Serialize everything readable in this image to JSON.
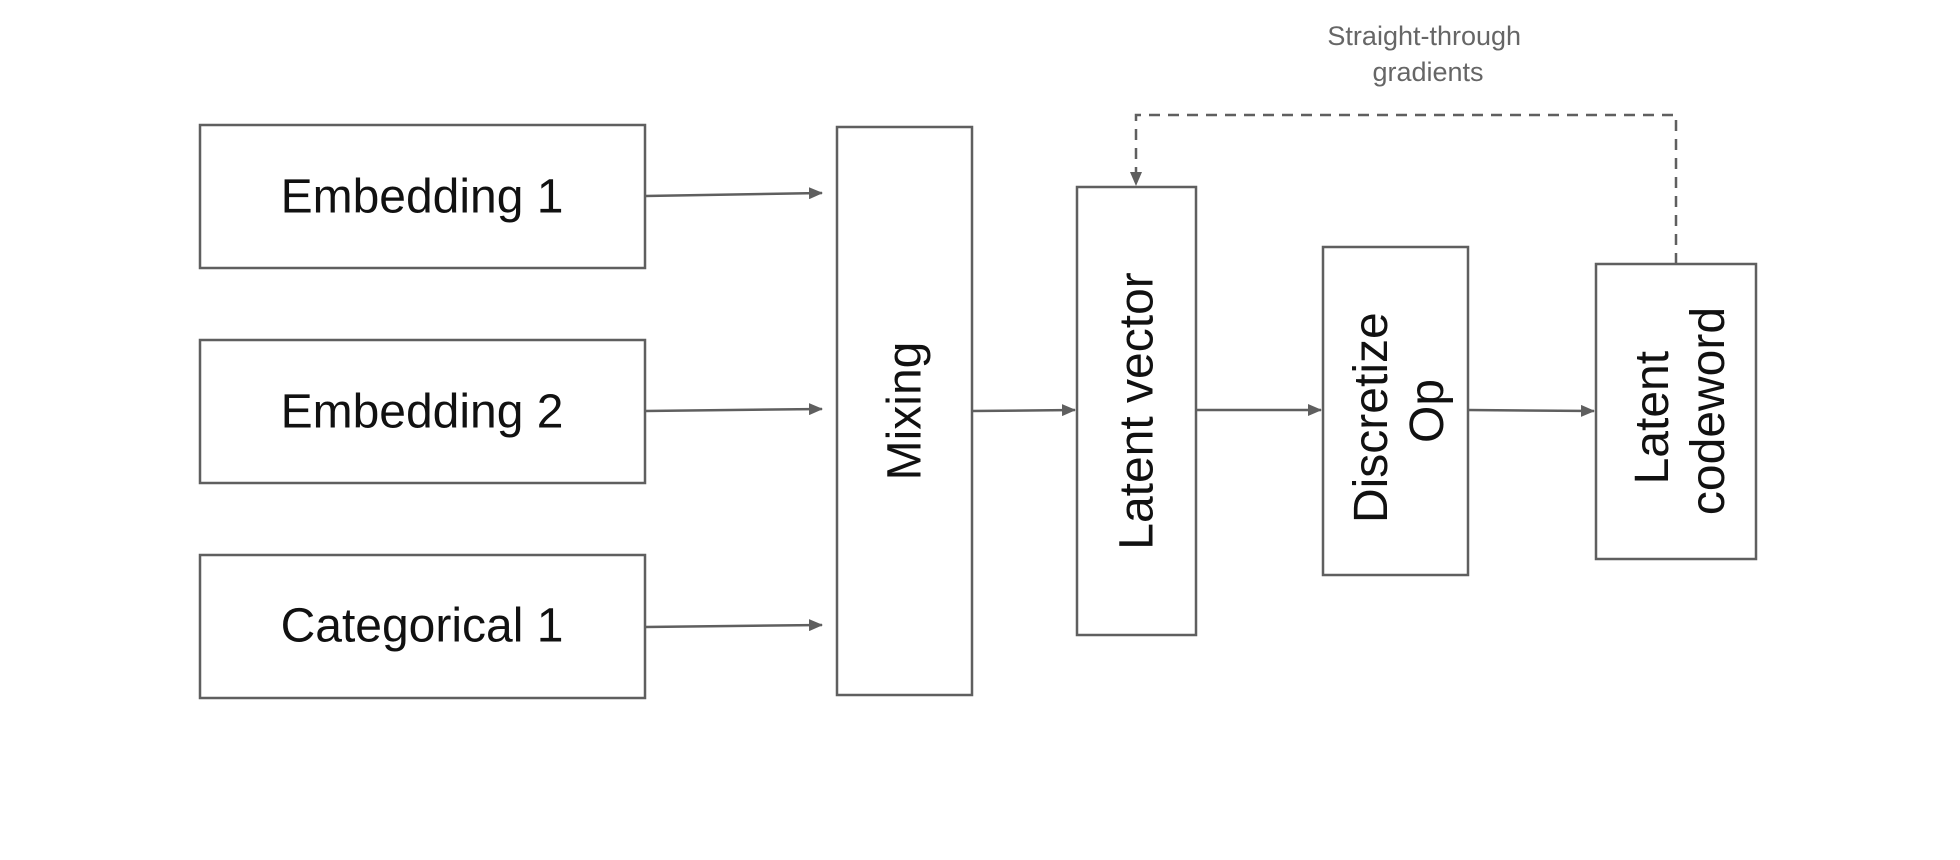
{
  "nodes": {
    "embedding_1": "Embedding 1",
    "embedding_2": "Embedding 2",
    "categorical_1": "Categorical 1",
    "mixing": "Mixing",
    "latent_vector": "Latent vector",
    "discretize_op": [
      "Discretize",
      "Op"
    ],
    "latent_codeword": [
      "Latent",
      "codeword"
    ]
  },
  "annotations": {
    "feedback": [
      "Straight-through",
      "gradients"
    ]
  },
  "colors": {
    "stroke": "#5f5f5f",
    "text": "#111111",
    "annotation_text": "#666666"
  }
}
